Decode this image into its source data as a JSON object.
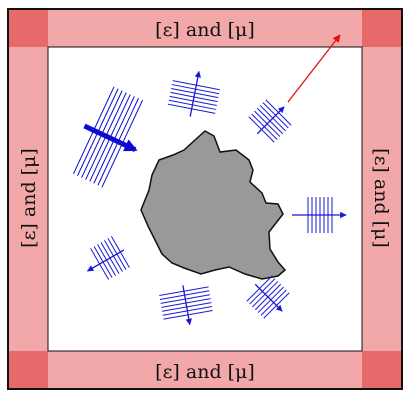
{
  "labels": {
    "top": "[ε] and [μ]",
    "left": "[ε] and [μ]",
    "right": "[ε] and [μ]",
    "bottom": "[ε] and [μ]"
  },
  "colors": {
    "pml_band": "#f2a8a8",
    "pml_corner": "#e66a6a",
    "frame": "#111111",
    "interior": "#ffffff",
    "scatterer_fill": "#999999",
    "scatterer_stroke": "#111111",
    "wave": "#1a1ad6",
    "incident_wave": "#0a0ad0",
    "escaping_ray": "#e01010"
  }
}
